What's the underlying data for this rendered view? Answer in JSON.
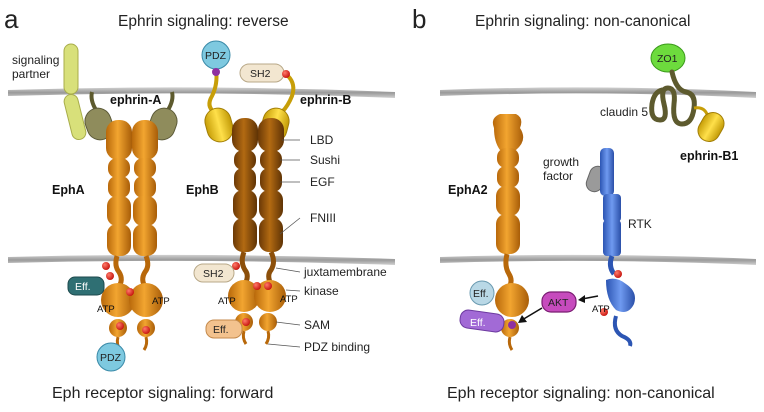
{
  "panels": {
    "a": {
      "letter": "a",
      "top_title": "Ephrin signaling: reverse",
      "bottom_title": "Eph receptor signaling: forward",
      "labels": {
        "signaling_partner": "signaling\npartner",
        "ephrin_a": "ephrin-A",
        "ephrin_b": "ephrin-B",
        "pdz_top": "PDZ",
        "sh2_top": "SH2",
        "epha": "EphA",
        "ephb": "EphB",
        "eff": "Eff.",
        "eff2": "Eff.",
        "sh2_bottom": "SH2",
        "pdz_bottom": "PDZ",
        "atp": "ATP"
      },
      "domains": [
        "LBD",
        "Sushi",
        "EGF",
        "FNIII",
        "juxtamembrane",
        "kinase",
        "SAM",
        "PDZ binding"
      ]
    },
    "b": {
      "letter": "b",
      "top_title": "Ephrin signaling: non-canonical",
      "bottom_title": "Eph receptor signaling: non-canonical",
      "labels": {
        "zo1": "ZO1",
        "claudin5": "claudin 5",
        "ephrin_b1": "ephrin-B1",
        "growth_factor": "growth\nfactor",
        "rtk": "RTK",
        "epha2": "EphA2",
        "eff_a": "Eff.",
        "eff_b": "Eff.",
        "akt": "AKT",
        "atp": "ATP"
      }
    }
  },
  "colors": {
    "receptor": "#d98a0c",
    "receptor_dark": "#8c4f0a",
    "membrane": "#b5b5b5",
    "ephrin_a": "#8f8c5c",
    "partner": "#d8e07a",
    "ephrin_b": "#e8c41c",
    "pdz": "#7ec9e0",
    "sh2": "#f2e6d0",
    "eff_teal": "#2f6f73",
    "eff_peach": "#f3c28e",
    "eff_purple": "#a26ad6",
    "akt": "#c64bbd",
    "rtk": "#4a78d6",
    "zo1": "#6ddb3d",
    "claudin": "#5d5a2e",
    "phospho": "#e0201a"
  }
}
